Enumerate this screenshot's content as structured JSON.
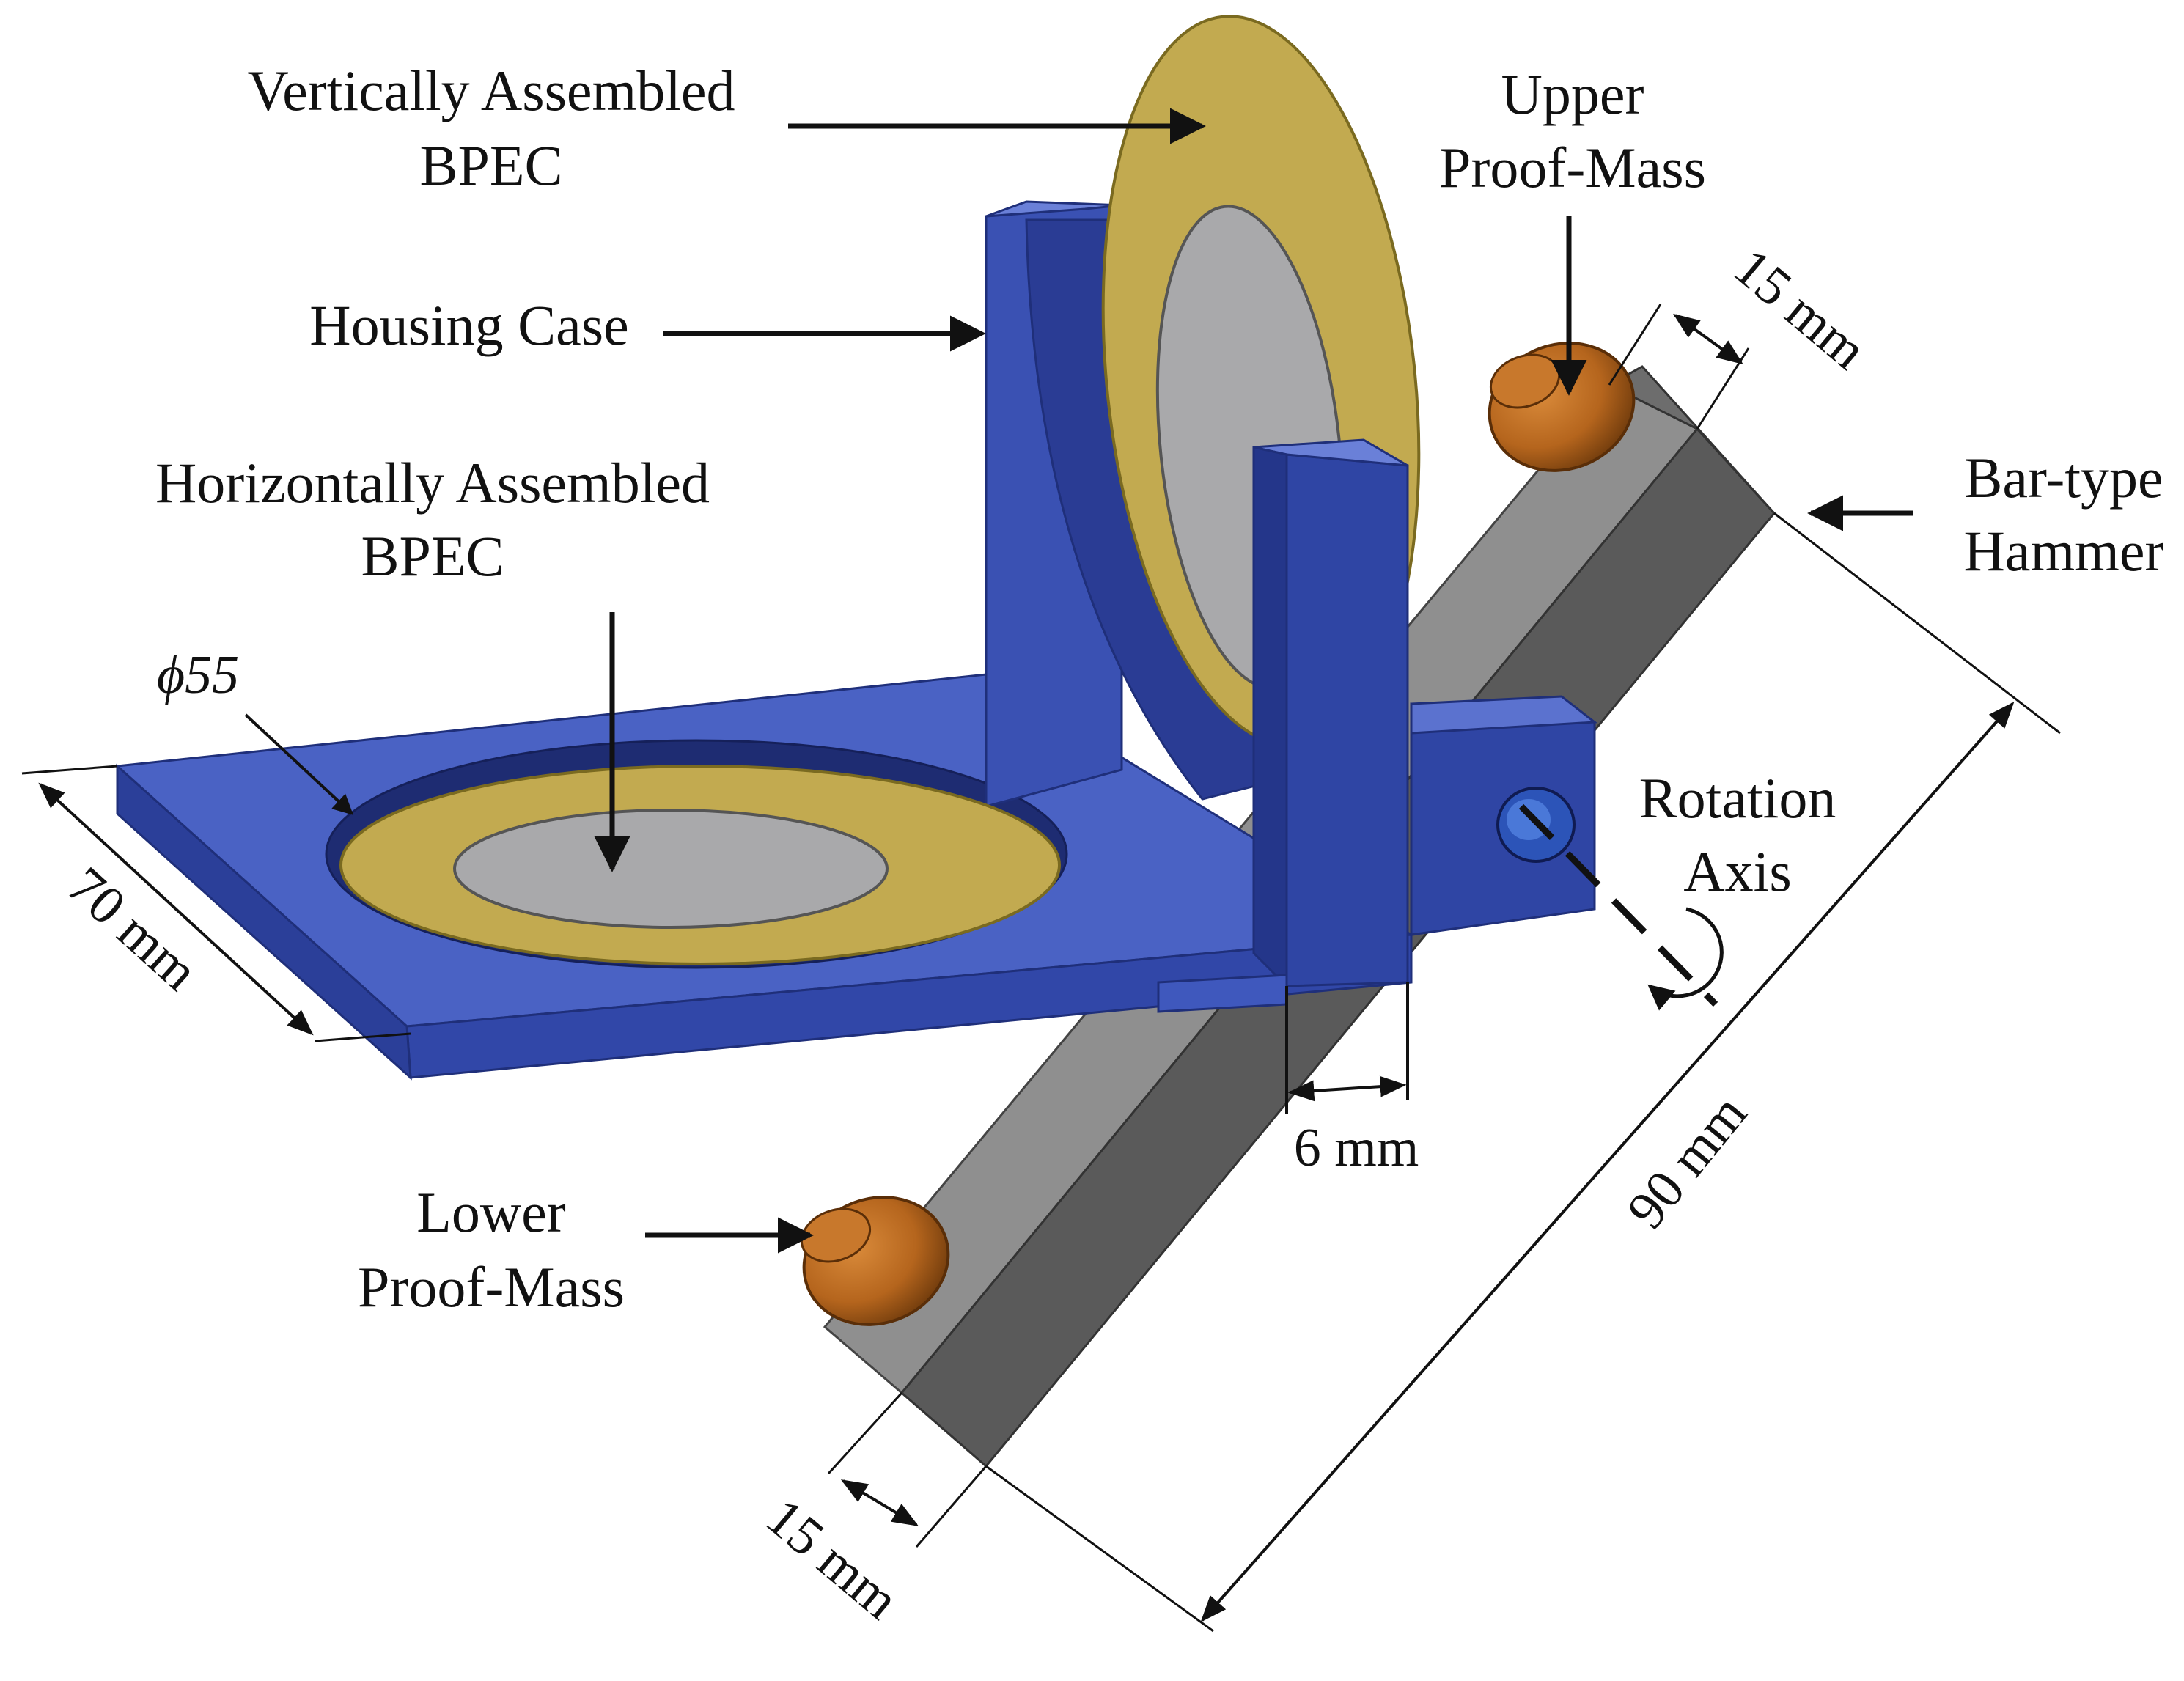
{
  "labels": {
    "vertical_bpec_line1": "Vertically Assembled",
    "vertical_bpec_line2": "BPEC",
    "housing_case": "Housing Case",
    "horizontal_bpec_line1": "Horizontally Assembled",
    "horizontal_bpec_line2": "BPEC",
    "upper_mass_line1": "Upper",
    "upper_mass_line2": "Proof-Mass",
    "bar_hammer_line1": "Bar-type",
    "bar_hammer_line2": "Hammer",
    "rotation_axis_line1": "Rotation",
    "rotation_axis_line2": "Axis",
    "lower_mass_line1": "Lower",
    "lower_mass_line2": "Proof-Mass"
  },
  "dimensions": {
    "diameter": "ϕ55",
    "plate_width": "70 mm",
    "wall_thickness": "6 mm",
    "bar_length": "90 mm",
    "bar_width_top": "15 mm",
    "bar_width_bottom": "15 mm"
  },
  "colors": {
    "housing_top": "#4a62c4",
    "housing_front": "#3147a8",
    "housing_side": "#24368a",
    "brass": "#c2aa50",
    "ceramic": "#a9a9ab",
    "bar_top": "#8f8f8f",
    "bar_side": "#5a5a5a",
    "proof_mass": "#b5651d"
  }
}
